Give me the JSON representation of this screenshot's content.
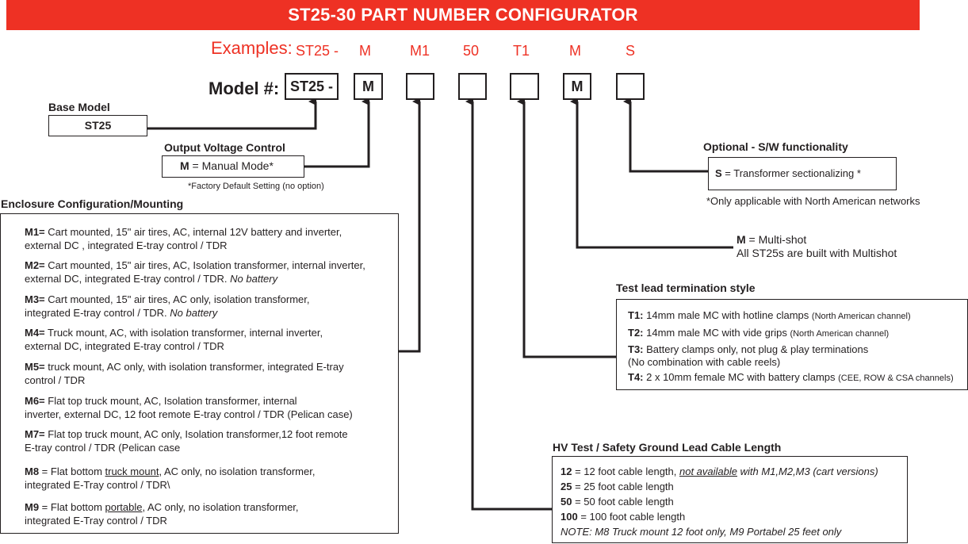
{
  "title": "ST25-30 PART NUMBER CONFIGURATOR",
  "examples": {
    "label": "Examples:",
    "codes": [
      "ST25 -",
      "M",
      "M1",
      "50",
      "T1",
      "M",
      "S"
    ]
  },
  "model": {
    "label": "Model #:",
    "slots": [
      "ST25 -",
      "M",
      "",
      "",
      "",
      "M",
      ""
    ]
  },
  "base_model": {
    "heading": "Base Model",
    "value": "ST25"
  },
  "output_voltage": {
    "heading": "Output Voltage Control",
    "code": "M",
    "text": " = Manual Mode*",
    "note": "*Factory Default Setting (no option)"
  },
  "optional_sw": {
    "heading": "Optional - S/W functionality",
    "code": "S",
    "text": " = Transformer sectionalizing *",
    "note": "*Only applicable with North American networks"
  },
  "multishot": {
    "code": "M",
    "text": " = Multi-shot",
    "line2": "All ST25s are built with Multishot"
  },
  "enclosure": {
    "heading": "Enclosure Configuration/Mounting",
    "items": [
      {
        "code": "M1=",
        "line1": " Cart mounted, 15\" air tires, AC, internal 12V battery and inverter,",
        "line2": "external DC , integrated E-tray control / TDR",
        "line2_italic": ""
      },
      {
        "code": "M2=",
        "line1": " Cart mounted, 15\" air tires, AC, Isolation transformer, internal inverter,",
        "line2": "external DC, integrated E-tray control / TDR. ",
        "line2_italic": "No battery"
      },
      {
        "code": "M3=",
        "line1": " Cart mounted, 15\" air tires, AC only, isolation transformer,",
        "line2": "integrated E-tray control / TDR. ",
        "line2_italic": "No battery"
      },
      {
        "code": "M4=",
        "line1": " Truck mount, AC, with isolation transformer, internal inverter,",
        "line2": "external DC, integrated E-tray control / TDR",
        "line2_italic": ""
      },
      {
        "code": "M5=",
        "line1": " truck mount, AC only, with isolation transformer, integrated E-tray",
        "line2": "control / TDR",
        "line2_italic": ""
      },
      {
        "code": "M6=",
        "line1": " Flat top truck mount, AC, Isolation transformer, internal",
        "line2": "inverter, external DC, 12 foot remote E-tray control / TDR (Pelican case)",
        "line2_italic": ""
      },
      {
        "code": "M7=",
        "line1": " Flat top truck mount, AC only, Isolation transformer,12 foot remote",
        "line2": "E-tray control / TDR (Pelican case",
        "line2_italic": ""
      }
    ],
    "m8": {
      "code": "M8",
      "pre": " = Flat bottom ",
      "underline": "truck mount",
      "post": ", AC only, no isolation transformer,",
      "line2": "integrated E-Tray control / TDR\\"
    },
    "m9": {
      "code": "M9",
      "pre": " = Flat bottom ",
      "underline": "portable",
      "post": ", AC only, no isolation transformer,",
      "line2": "integrated E-Tray control / TDR"
    }
  },
  "test_lead": {
    "heading": "Test lead termination style",
    "items": [
      {
        "code": "T1:",
        "text": " 14mm male MC with hotline clamps ",
        "small": "(North American channel)",
        "sub": ""
      },
      {
        "code": "T2:",
        "text": " 14mm male MC with vide grips ",
        "small": "(North American channel)",
        "sub": ""
      },
      {
        "code": "T3:",
        "text": " Battery clamps only, not plug & play terminations",
        "small": "",
        "sub": "(No combination with cable reels)"
      },
      {
        "code": "T4:",
        "text": " 2 x 10mm female MC with battery clamps ",
        "small": "(CEE, ROW & CSA channels)",
        "sub": ""
      }
    ]
  },
  "hv_cable": {
    "heading": "HV Test / Safety Ground Lead Cable Length",
    "line12": {
      "code": "12",
      "pre": " = 12 foot cable length, ",
      "underline": "not available",
      "post": " with M1,M2,M3 (cart versions)"
    },
    "items": [
      {
        "code": "25",
        "text": " = 25 foot cable length"
      },
      {
        "code": "50",
        "text": " = 50 foot cable length"
      },
      {
        "code": "100",
        "text": " = 100 foot cable length"
      }
    ],
    "note": "NOTE: M8 Truck mount 12 foot only, M9 Portabel 25 feet only"
  }
}
